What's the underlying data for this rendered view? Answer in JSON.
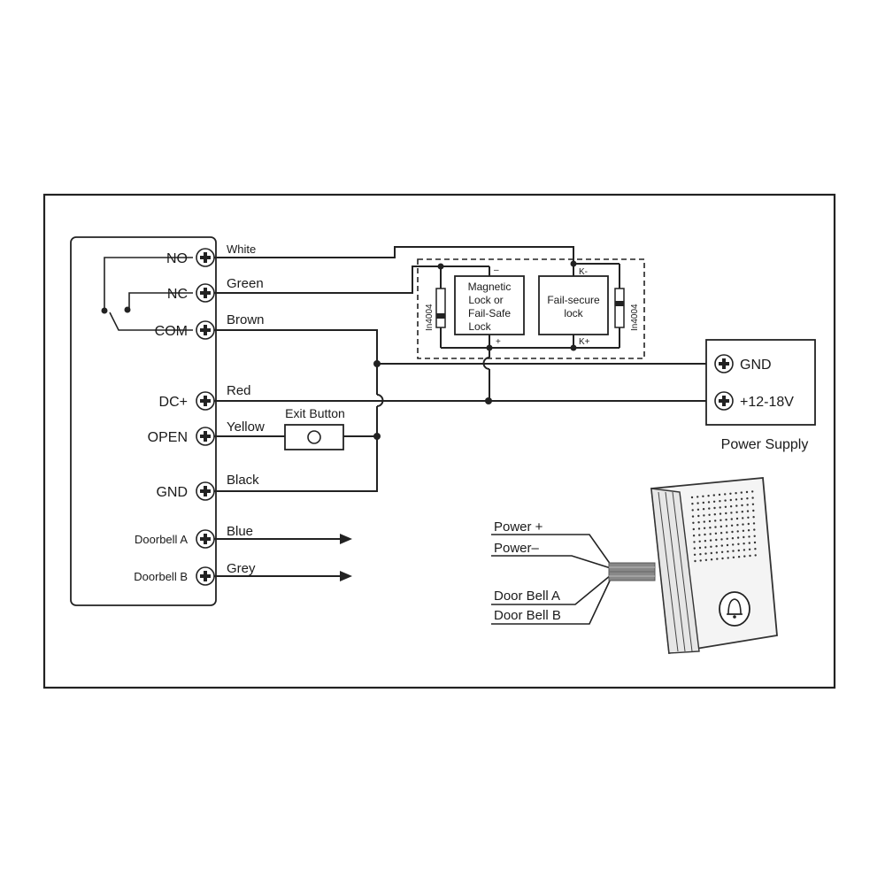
{
  "controller": {
    "terminals": [
      {
        "id": "no",
        "label": "NO"
      },
      {
        "id": "nc",
        "label": "NC"
      },
      {
        "id": "com",
        "label": "COM"
      },
      {
        "id": "dc",
        "label": "DC+"
      },
      {
        "id": "open",
        "label": "OPEN"
      },
      {
        "id": "gnd",
        "label": "GND"
      },
      {
        "id": "dba",
        "label": "Doorbell A"
      },
      {
        "id": "dbb",
        "label": "Doorbell B"
      }
    ],
    "wire_colors": {
      "no": "White",
      "nc": "Green",
      "com": "Brown",
      "dc": "Red",
      "open": "Yellow",
      "gnd": "Black",
      "dba": "Blue",
      "dbb": "Grey"
    }
  },
  "exit_button": {
    "label": "Exit Button"
  },
  "locks": {
    "maglock": {
      "line1": "Magnetic",
      "line2": "Lock or",
      "line3": "Fail-Safe",
      "line4": "Lock",
      "minus": "–",
      "plus": "+"
    },
    "failsecure": {
      "line1": "Fail-secure",
      "line2": "lock",
      "k_minus": "K-",
      "k_plus": "K+"
    },
    "diode_left": "In4004",
    "diode_right": "In4004"
  },
  "power_supply": {
    "title": "Power Supply",
    "gnd": "GND",
    "vplus": "+12-18V"
  },
  "doorbell": {
    "wires": [
      {
        "label": "Power +"
      },
      {
        "label": "Power–"
      },
      {
        "label": "Door Bell  A"
      },
      {
        "label": "Door Bell  B"
      }
    ],
    "icon": "bell-icon"
  }
}
